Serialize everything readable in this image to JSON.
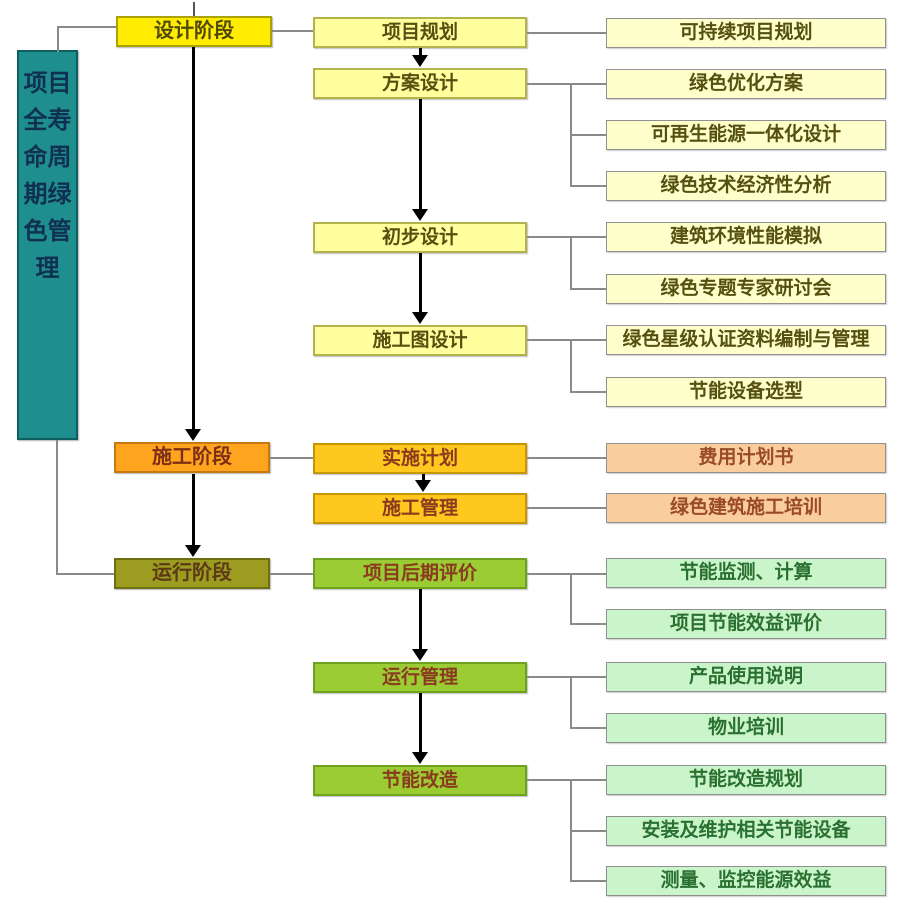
{
  "diagram_title": "项目全寿命周期绿色管理",
  "sidebar": {
    "label": "项目全寿命周期绿色管理"
  },
  "stages": [
    {
      "label": "设计阶段"
    },
    {
      "label": "施工阶段"
    },
    {
      "label": "运行阶段"
    }
  ],
  "processes": [
    {
      "label": "项目规划"
    },
    {
      "label": "方案设计"
    },
    {
      "label": "初步设计"
    },
    {
      "label": "施工图设计"
    },
    {
      "label": "实施计划"
    },
    {
      "label": "施工管理"
    },
    {
      "label": "项目后期评价"
    },
    {
      "label": "运行管理"
    },
    {
      "label": "节能改造"
    }
  ],
  "details": [
    {
      "label": "可持续项目规划"
    },
    {
      "label": "绿色优化方案"
    },
    {
      "label": "可再生能源一体化设计"
    },
    {
      "label": "绿色技术经济性分析"
    },
    {
      "label": "建筑环境性能模拟"
    },
    {
      "label": "绿色专题专家研讨会"
    },
    {
      "label": "绿色星级认证资料编制与管理"
    },
    {
      "label": "节能设备选型"
    },
    {
      "label": "费用计划书"
    },
    {
      "label": "绿色建筑施工培训"
    },
    {
      "label": "节能监测、计算"
    },
    {
      "label": "项目节能效益评价"
    },
    {
      "label": "产品使用说明"
    },
    {
      "label": "物业培训"
    },
    {
      "label": "节能改造规划"
    },
    {
      "label": "安装及维护相关节能设备"
    },
    {
      "label": "测量、监控能源效益"
    }
  ],
  "colors": {
    "sidebar_teal": "#1F8E8E",
    "stage_design_yellow": "#FFEC00",
    "stage_construction_orange": "#FFA41E",
    "stage_operation_olive": "#9C9C20",
    "process_yellow": "#FFFF9E",
    "process_gold": "#FFC81E",
    "process_green": "#9BCC33",
    "detail_light_yellow": "#FFFFCB",
    "detail_peach": "#FACD9C",
    "detail_light_green": "#CAF5CA",
    "connector_gray": "#8A8A8A",
    "arrow_black": "#000000"
  }
}
